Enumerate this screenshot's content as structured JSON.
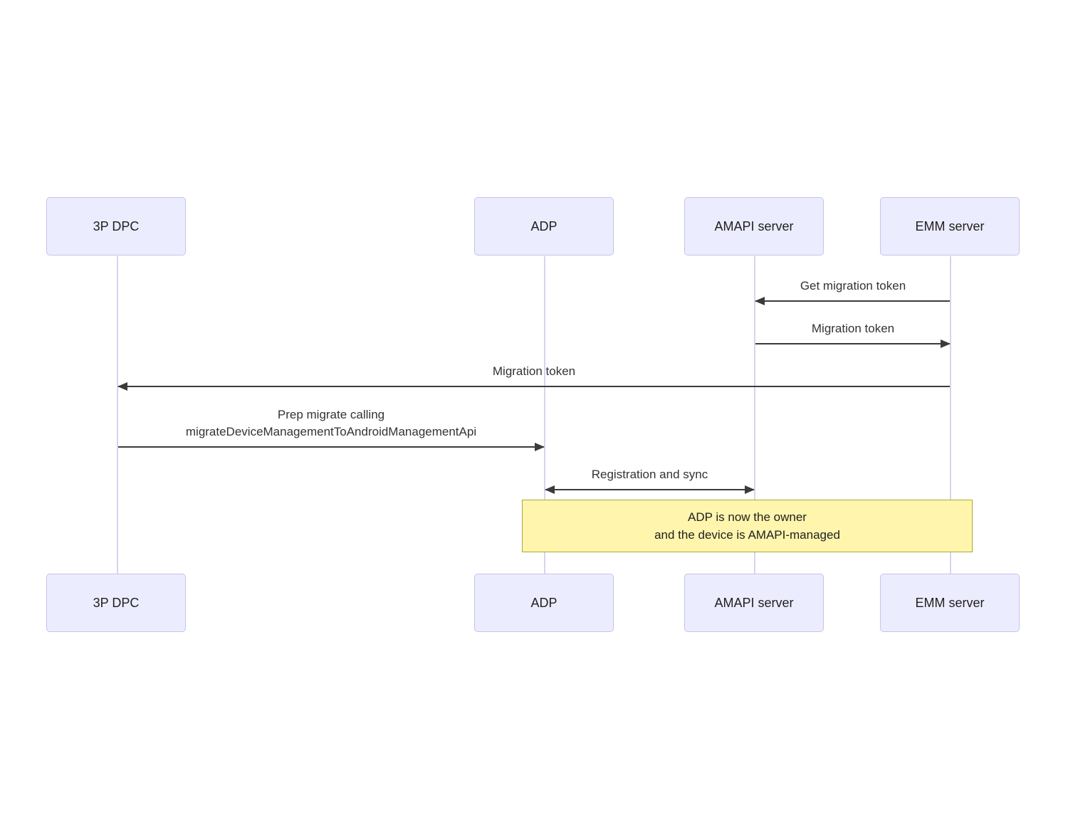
{
  "diagram": {
    "type": "sequence-diagram",
    "colors": {
      "actor_fill": "#ECECFF",
      "actor_border": "#C7C2EA",
      "lifeline": "#D9D3F0",
      "arrow": "#3B3B3B",
      "message_text": "#333333",
      "note_fill": "#FFF5AD",
      "note_border": "#AAAA33"
    },
    "actors": [
      {
        "label": "3P DPC"
      },
      {
        "label": "ADP"
      },
      {
        "label": "AMAPI server"
      },
      {
        "label": "EMM server"
      }
    ],
    "messages": [
      {
        "label": "Get migration token",
        "from": "EMM server",
        "to": "AMAPI server",
        "direction": "left"
      },
      {
        "label": "Migration token",
        "from": "AMAPI server",
        "to": "EMM server",
        "direction": "right"
      },
      {
        "label": "Migration token",
        "from": "EMM server",
        "to": "3P DPC",
        "direction": "left"
      },
      {
        "line1": "Prep migrate calling",
        "line2": "migrateDeviceManagementToAndroidManagementApi",
        "from": "3P DPC",
        "to": "ADP",
        "direction": "right"
      },
      {
        "label": "Registration and sync",
        "from": "ADP",
        "to": "AMAPI server",
        "direction": "both"
      }
    ],
    "note": {
      "line1": "ADP is now the owner",
      "line2": "and the device is AMAPI-managed",
      "spans": "ADP to EMM server"
    }
  }
}
